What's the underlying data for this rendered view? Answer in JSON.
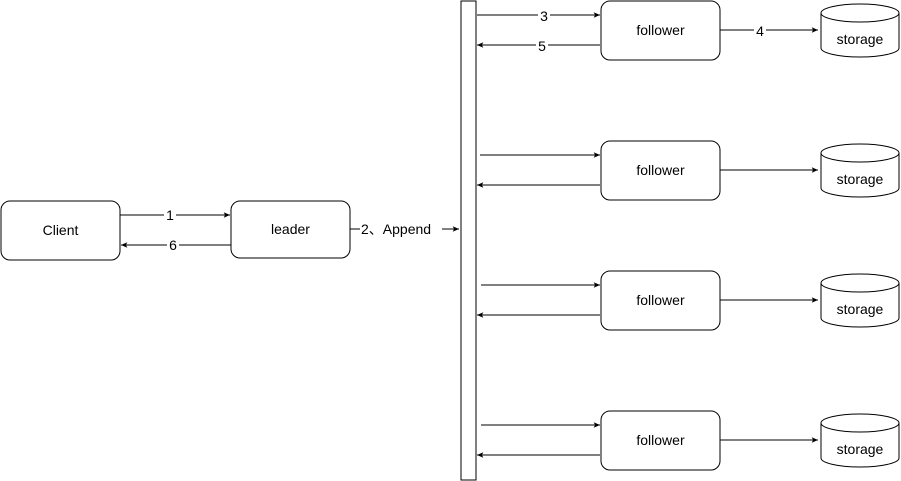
{
  "diagram": {
    "client": {
      "label": "Client"
    },
    "leader": {
      "label": "leader"
    },
    "followers": [
      {
        "label": "follower",
        "storage": "storage",
        "send_label": "3",
        "reply_label": "5",
        "store_label": "4"
      },
      {
        "label": "follower",
        "storage": "storage",
        "send_label": "",
        "reply_label": "",
        "store_label": ""
      },
      {
        "label": "follower",
        "storage": "storage",
        "send_label": "",
        "reply_label": "",
        "store_label": ""
      },
      {
        "label": "follower",
        "storage": "storage",
        "send_label": "",
        "reply_label": "",
        "store_label": ""
      }
    ],
    "edges": {
      "request": "1",
      "response": "6",
      "append": "2、Append"
    },
    "colors": {
      "stroke": "#000000",
      "background": "#ffffff"
    }
  }
}
